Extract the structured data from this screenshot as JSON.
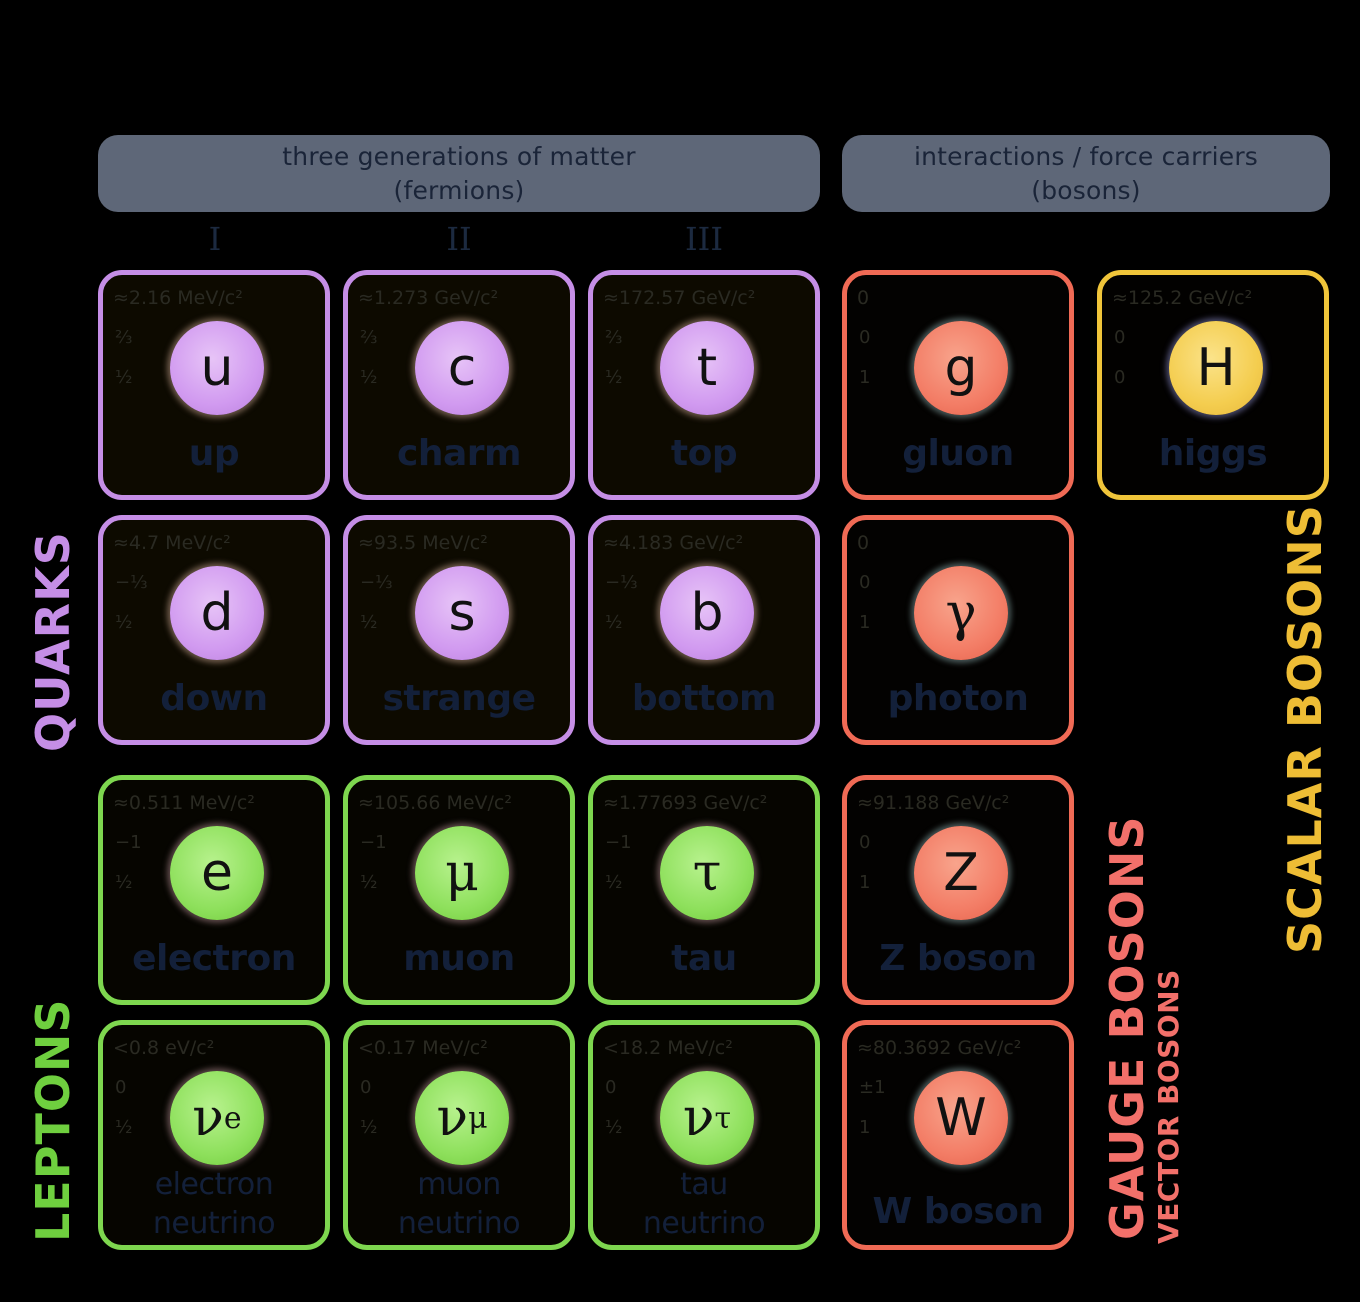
{
  "headers": {
    "fermions": {
      "line1": "three generations of matter",
      "line2": "(fermions)"
    },
    "bosons": {
      "line1": "interactions / force carriers",
      "line2": "(bosons)"
    }
  },
  "generations": [
    "I",
    "II",
    "III"
  ],
  "group_labels": {
    "quarks": "QUARKS",
    "leptons": "LEPTONS",
    "gauge_bosons": "GAUGE BOSONS",
    "vector_bosons": "VECTOR BOSONS",
    "scalar_bosons": "SCALAR BOSONS"
  },
  "colors": {
    "quark": "#c58ee6",
    "lepton": "#7ed74f",
    "gauge": "#f06a55",
    "scalar": "#f0c53a",
    "header_bg": "#5e6778"
  },
  "particles": {
    "up": {
      "mass": "≈2.16 MeV/c²",
      "charge": "⅔",
      "spin": "½",
      "symbol": "u",
      "name": "up"
    },
    "charm": {
      "mass": "≈1.273 GeV/c²",
      "charge": "⅔",
      "spin": "½",
      "symbol": "c",
      "name": "charm"
    },
    "top": {
      "mass": "≈172.57 GeV/c²",
      "charge": "⅔",
      "spin": "½",
      "symbol": "t",
      "name": "top"
    },
    "gluon": {
      "mass": "0",
      "charge": "0",
      "spin": "1",
      "symbol": "g",
      "name": "gluon"
    },
    "higgs": {
      "mass": "≈125.2 GeV/c²",
      "charge": "0",
      "spin": "0",
      "symbol": "H",
      "name": "higgs"
    },
    "down": {
      "mass": "≈4.7 MeV/c²",
      "charge": "−⅓",
      "spin": "½",
      "symbol": "d",
      "name": "down"
    },
    "strange": {
      "mass": "≈93.5 MeV/c²",
      "charge": "−⅓",
      "spin": "½",
      "symbol": "s",
      "name": "strange"
    },
    "bottom": {
      "mass": "≈4.183 GeV/c²",
      "charge": "−⅓",
      "spin": "½",
      "symbol": "b",
      "name": "bottom"
    },
    "photon": {
      "mass": "0",
      "charge": "0",
      "spin": "1",
      "symbol": "γ",
      "name": "photon"
    },
    "electron": {
      "mass": "≈0.511 MeV/c²",
      "charge": "−1",
      "spin": "½",
      "symbol": "e",
      "name": "electron"
    },
    "muon": {
      "mass": "≈105.66 MeV/c²",
      "charge": "−1",
      "spin": "½",
      "symbol": "μ",
      "name": "muon"
    },
    "tau": {
      "mass": "≈1.77693 GeV/c²",
      "charge": "−1",
      "spin": "½",
      "symbol": "τ",
      "name": "tau"
    },
    "z_boson": {
      "mass": "≈91.188 GeV/c²",
      "charge": "0",
      "spin": "1",
      "symbol": "Z",
      "name": "Z boson"
    },
    "electron_neutrino": {
      "mass": "<0.8 eV/c²",
      "charge": "0",
      "spin": "½",
      "symbol": "ν",
      "sub": "e",
      "name1": "electron",
      "name2": "neutrino"
    },
    "muon_neutrino": {
      "mass": "<0.17 MeV/c²",
      "charge": "0",
      "spin": "½",
      "symbol": "ν",
      "sub": "μ",
      "name1": "muon",
      "name2": "neutrino"
    },
    "tau_neutrino": {
      "mass": "<18.2 MeV/c²",
      "charge": "0",
      "spin": "½",
      "symbol": "ν",
      "sub": "τ",
      "name1": "tau",
      "name2": "neutrino"
    },
    "w_boson": {
      "mass": "≈80.3692 GeV/c²",
      "charge": "±1",
      "spin": "1",
      "symbol": "W",
      "name": "W boson"
    }
  }
}
